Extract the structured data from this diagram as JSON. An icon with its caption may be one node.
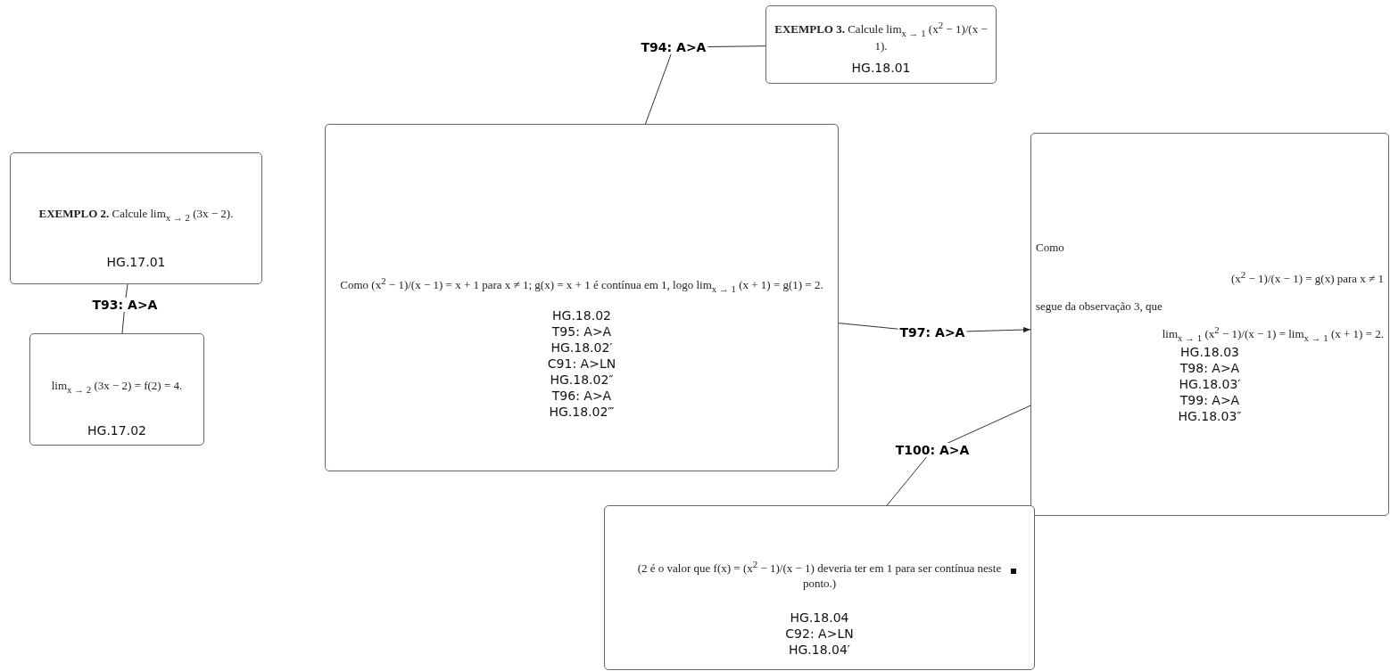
{
  "diagram": {
    "nodes": [
      {
        "text": [
          "**EXEMPLO 2.** Calcule lim$_{x → 2}$ (3x − 2).",
          "HG.17.01"
        ]
      },
      {
        "text": [
          "lim$_{x → 2}$ (3x − 2) = f(2) = 4.",
          "HG.17.02"
        ]
      },
      {
        "text": [
          "**EXEMPLO 3.** Calcule lim$_{x → 1}$ (x$^{2}$ − 1)/(x − 1).",
          "HG.18.01"
        ]
      },
      {
        "text": [
          "Como (x$^{2}$ − 1)/(x − 1) = x + 1 para x ≠ 1; g(x) = x + 1 é contínua em 1, logo lim$_{x → 1}$ (x + 1) = g(1) = 2.",
          "HG.18.02",
          "T95: A>A",
          "HG.18.02′",
          "C91: A>LN",
          "HG.18.02″",
          "T96: A>A",
          "HG.18.02‴"
        ]
      },
      {
        "text": [
          "Como",
          "(x$^{2}$ − 1)/(x − 1) = g(x) para x ≠ 1",
          "segue da observação 3, que",
          "lim$_{x → 1}$ (x$^{2}$ − 1)/(x − 1) = lim$_{x → 1}$ (x + 1) = 2.",
          "HG.18.03",
          "T98: A>A",
          "HG.18.03′",
          "T99: A>A",
          "HG.18.03″"
        ]
      },
      {
        "text": [
          "(2 é o valor que f(x) = (x$^{2}$ − 1)/(x − 1) deveria ter em 1 para ser contínua neste ponto.)",
          "HG.18.04",
          "C92: A>LN",
          "HG.18.04′"
        ]
      }
    ],
    "edges": [
      {
        "from": 0,
        "to": 1,
        "arrow": "none",
        "label": "T93: A>A"
      },
      {
        "from": 2,
        "to": 3,
        "arrow": "none",
        "label": "T94: A>A"
      },
      {
        "from": 3,
        "to": 4,
        "arrow": "to",
        "label": "T97: A>A"
      },
      {
        "from": 4,
        "to": 5,
        "arrow": "none",
        "label": "T100: A>A"
      }
    ]
  }
}
